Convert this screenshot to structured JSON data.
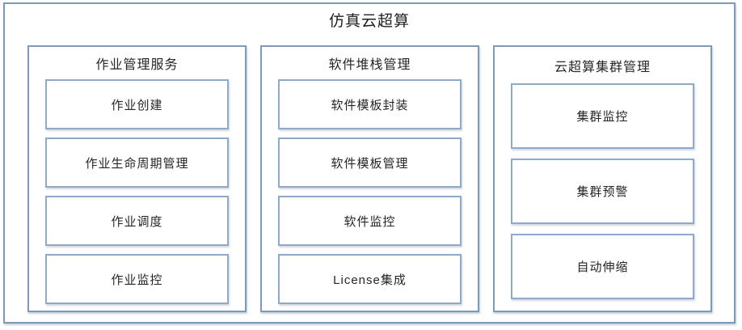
{
  "title": "仿真云超算",
  "columns": [
    {
      "name": "job-management-services",
      "header": "作业管理服务",
      "items": [
        "作业创建",
        "作业生命周期管理",
        "作业调度",
        "作业监控"
      ]
    },
    {
      "name": "software-stack-management",
      "header": "软件堆栈管理",
      "items": [
        "软件模板封装",
        "软件模板管理",
        "软件监控",
        "License集成"
      ]
    },
    {
      "name": "cloud-hpc-cluster-management",
      "header": "云超算集群管理",
      "items": [
        "集群监控",
        "集群预警",
        "自动伸缩"
      ]
    }
  ],
  "colors": {
    "frame_border": "#7e9abb",
    "item_border": "#8fa9c6",
    "text": "#262626",
    "background": "#ffffff"
  }
}
